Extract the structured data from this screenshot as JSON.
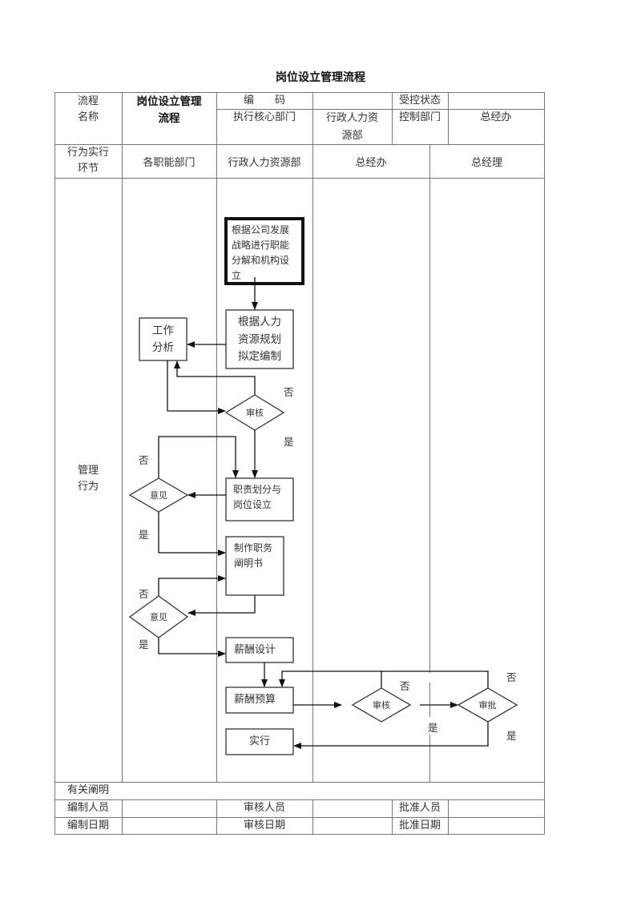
{
  "title": "岗位设立管理流程",
  "header": {
    "process_name_label": "流程名称",
    "process_name_label_lines": [
      "流程",
      "名称"
    ],
    "process_name_value_lines": [
      "岗位设立管理",
      "流程"
    ],
    "code_label": "编　　码",
    "code_value": "",
    "control_status_label": "受控状态",
    "control_status_value": "",
    "exec_dept_label": "执行核心部门",
    "exec_dept_value_lines": [
      "行政人力资",
      "源部"
    ],
    "control_dept_label": "控制部门",
    "control_dept_value": "总经办"
  },
  "lanes": {
    "row_label_lines": [
      "行为实行",
      "环节"
    ],
    "names": [
      "各职能部门",
      "行政人力资源部",
      "总经办",
      "总经理"
    ]
  },
  "body_label_lines": [
    "管理",
    "行为"
  ],
  "flow": {
    "nodes": {
      "start": "根据公司发展战略进行职能分解和机构设立",
      "start_lines": [
        "根据公司发展",
        "战略进行职能",
        "分解和机构设",
        "立"
      ],
      "plan_lines": [
        "根据人力",
        "资源规划",
        "拟定编制"
      ],
      "job_analysis_lines": [
        "工作",
        "分析"
      ],
      "review1": "审核",
      "duty_lines": [
        "职责划分与",
        "岗位设立"
      ],
      "opinion1": "意见",
      "jd_lines": [
        "制作职务",
        "阐明书"
      ],
      "opinion2": "意见",
      "salary_design": "薪酬设计",
      "salary_budget": "薪酬预算",
      "implement": "实行",
      "review2": "审核",
      "approve": "审批"
    },
    "labels": {
      "no": "否",
      "yes": "是"
    }
  },
  "footer": {
    "notes_label": "有关阐明",
    "notes_value": "",
    "prepared_by_label": "编制人员",
    "prepared_by_value": "",
    "reviewed_by_label": "审核人员",
    "reviewed_by_value": "",
    "approved_by_label": "批准人员",
    "approved_by_value": "",
    "prepared_date_label": "编制日期",
    "prepared_date_value": "",
    "reviewed_date_label": "审核日期",
    "reviewed_date_value": "",
    "approved_date_label": "批准日期",
    "approved_date_value": ""
  }
}
